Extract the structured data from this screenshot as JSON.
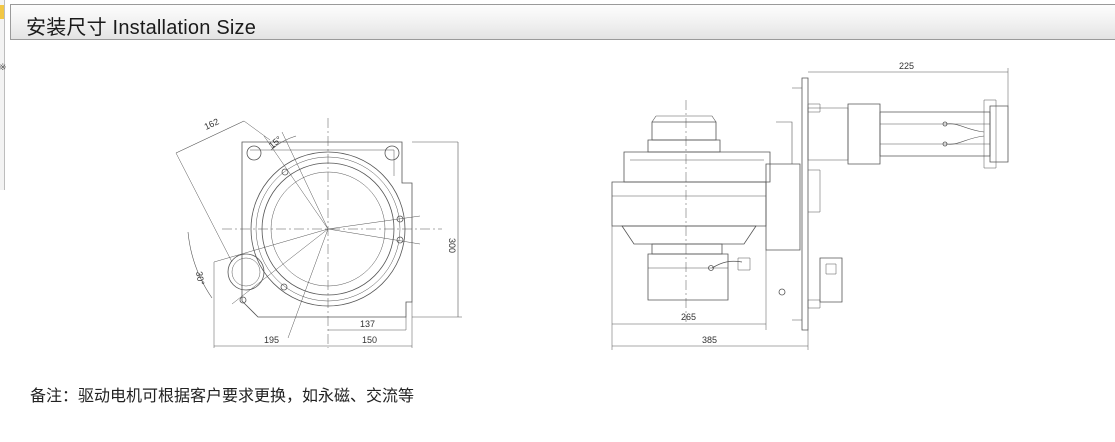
{
  "header": {
    "title": "安装尺寸 Installation Size"
  },
  "left_view": {
    "dims": {
      "d162": "162",
      "d15deg": "15°",
      "d30deg": "30°",
      "d300": "300",
      "d137": "137",
      "d195": "195",
      "d150": "150"
    }
  },
  "right_view": {
    "dims": {
      "d225": "225",
      "d265": "265",
      "d385": "385"
    }
  },
  "note": {
    "text": "备注：驱动电机可根据客户要求更换，如永磁、交流等"
  }
}
